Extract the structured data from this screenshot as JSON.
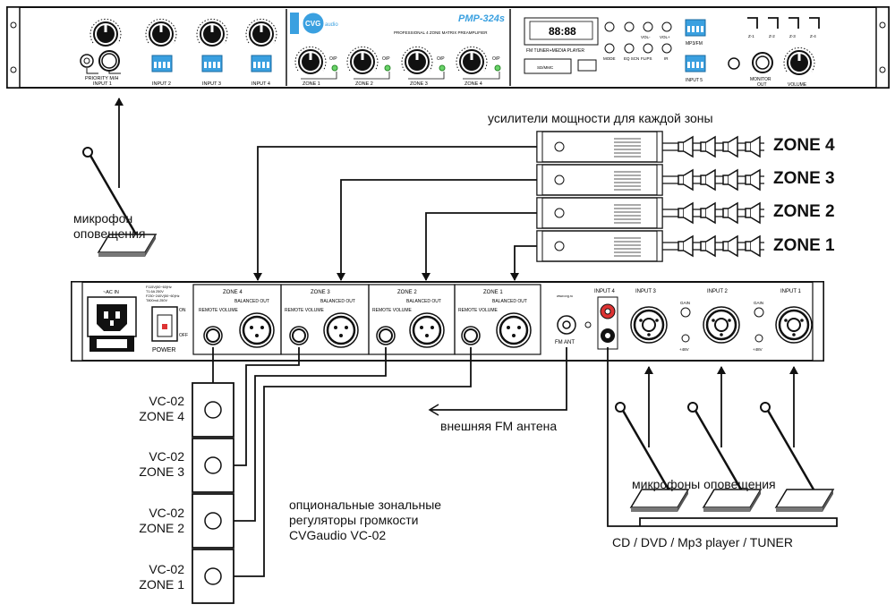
{
  "front_panel": {
    "brand": "CVG",
    "brand_sub": "audio",
    "model": "PMP-324s",
    "subtitle": "PROFESSIONAL 4 ZONE MATRIX PREAMPLIFIER",
    "priority_label": "PRIORITY M/H",
    "input_labels": [
      "INPUT 1",
      "INPUT 2",
      "INPUT 3",
      "INPUT 4"
    ],
    "zone_labels": [
      "ZONE 1",
      "ZONE 2",
      "ZONE 3",
      "ZONE 4"
    ],
    "op_label": "O/P",
    "display_text": "88:88",
    "player_label": "FM TUNER+MEDIA PLAYER",
    "player_buttons": [
      "MODE",
      "EQ\nSCN",
      "FLIPS",
      "VOL-",
      "VOL+",
      "IR"
    ],
    "sdmmc_label": "SD/MMC",
    "mp3fm_label": "MP3/FM",
    "input5_label": "INPUT 5",
    "switch_labels": [
      "Z-1",
      "Z-2",
      "Z-3",
      "Z-4"
    ],
    "monitor_label": "MONITOR",
    "out_label": "OUT",
    "volume_label": "VOLUME"
  },
  "amps": {
    "header": "усилители мощности для каждой зоны",
    "zones": [
      "ZONE 4",
      "ZONE 3",
      "ZONE 2",
      "ZONE 1"
    ]
  },
  "rear_panel": {
    "ac_in": "~AC IN",
    "power": "POWER",
    "on": "ON",
    "off": "OFF",
    "voltage_lines": [
      "F115V(50~60)Hz",
      "T1.6A 250V",
      "F230~240V(50~60)Hz",
      "T800mA 250V"
    ],
    "zones": [
      "ZONE 4",
      "ZONE 3",
      "ZONE 2",
      "ZONE 1"
    ],
    "remote_volume": "REMOTE VOLUME",
    "balanced_out": "BALANCED OUT",
    "fm_ant": "FM ANT",
    "input4": "INPUT 4",
    "inputs": [
      "INPUT 3",
      "INPUT 2",
      "INPUT 1"
    ],
    "gain": "GAIN",
    "phantom": "+48V",
    "website": "www.cvg.ru"
  },
  "labels": {
    "mic_top": "микрофон\nоповещения",
    "fm_antenna": "внешняя FM антена",
    "mics_bottom": "микрофоны оповещения",
    "optional": "опциональные зональные\nрегуляторы громкости\nCVGaudio VC-02",
    "cd": "CD / DVD / Mp3 player / TUNER"
  },
  "vc_units": [
    {
      "model": "VC-02",
      "zone": "ZONE 4"
    },
    {
      "model": "VC-02",
      "zone": "ZONE 3"
    },
    {
      "model": "VC-02",
      "zone": "ZONE 2"
    },
    {
      "model": "VC-02",
      "zone": "ZONE 1"
    }
  ]
}
